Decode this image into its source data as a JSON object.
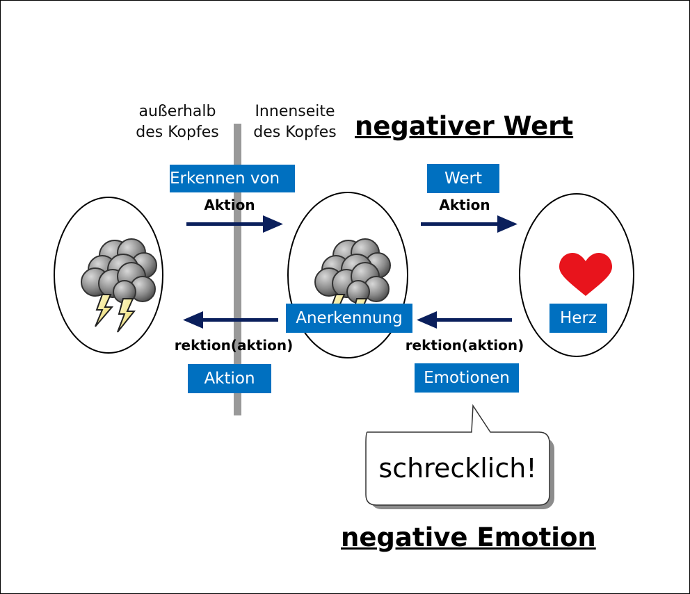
{
  "labels": {
    "outside": "außerhalb\ndes Kopfes",
    "inside": "Innenseite\ndes Kopfes",
    "title_top": "negativer Wert",
    "title_bottom": "negative Emotion"
  },
  "boxes": {
    "recognition": "Erkennen von",
    "value": "Wert",
    "acknowledgement": "Anerkennung",
    "heart": "Herz",
    "action": "Aktion",
    "emotions": "Emotionen"
  },
  "arrow_labels": {
    "action_1": "Aktion",
    "action_2": "Aktion",
    "reaction_1": "rektion(aktion)",
    "reaction_2": "rektion(aktion)"
  },
  "bubble": {
    "text": "schrecklich!"
  },
  "icons": {
    "left_circle": "storm-cloud-icon",
    "middle_circle": "storm-cloud-icon",
    "right_circle": "heart-icon"
  },
  "colors": {
    "label_box": "#0070c0",
    "arrow": "#0a1f5c",
    "divider": "#999999",
    "heart": "#e8141c"
  }
}
